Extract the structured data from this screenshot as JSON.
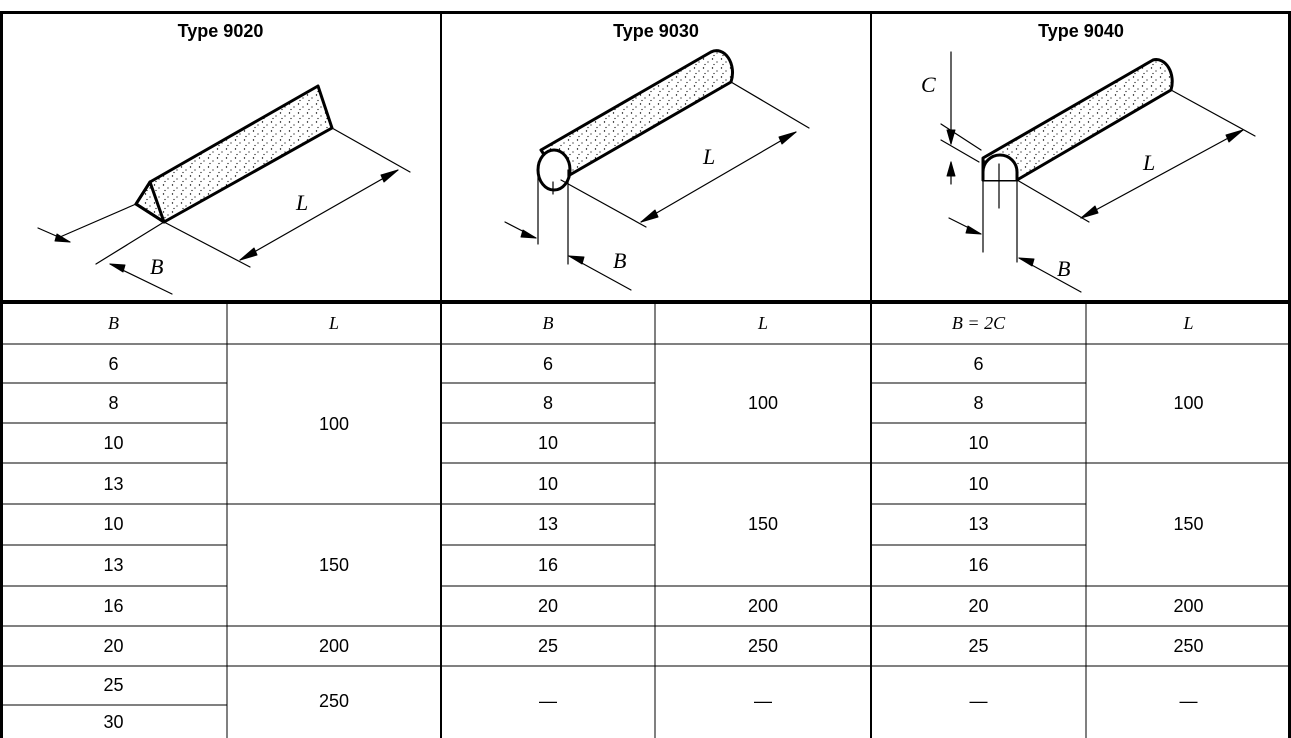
{
  "types": [
    {
      "title": "Type 9020",
      "shape": "triangular",
      "dim_labels": [
        "L",
        "B"
      ]
    },
    {
      "title": "Type 9030",
      "shape": "round",
      "dim_labels": [
        "L",
        "B"
      ]
    },
    {
      "title": "Type 9040",
      "shape": "half-round",
      "dim_labels": [
        "L",
        "B",
        "C"
      ]
    }
  ],
  "column_headers": [
    "B",
    "L",
    "B",
    "L",
    "B = 2C",
    "L"
  ],
  "type9020": {
    "B": [
      "6",
      "8",
      "10",
      "13",
      "10",
      "13",
      "16",
      "20",
      "25",
      "30"
    ],
    "L": [
      "100",
      "150",
      "200",
      "250"
    ]
  },
  "type9030": {
    "B": [
      "6",
      "8",
      "10",
      "10",
      "13",
      "16",
      "20",
      "25",
      "—"
    ],
    "L": [
      "100",
      "150",
      "200",
      "250",
      "—"
    ]
  },
  "type9040": {
    "B": [
      "6",
      "8",
      "10",
      "10",
      "13",
      "16",
      "20",
      "25",
      "—"
    ],
    "L": [
      "100",
      "150",
      "200",
      "250",
      "—"
    ]
  }
}
